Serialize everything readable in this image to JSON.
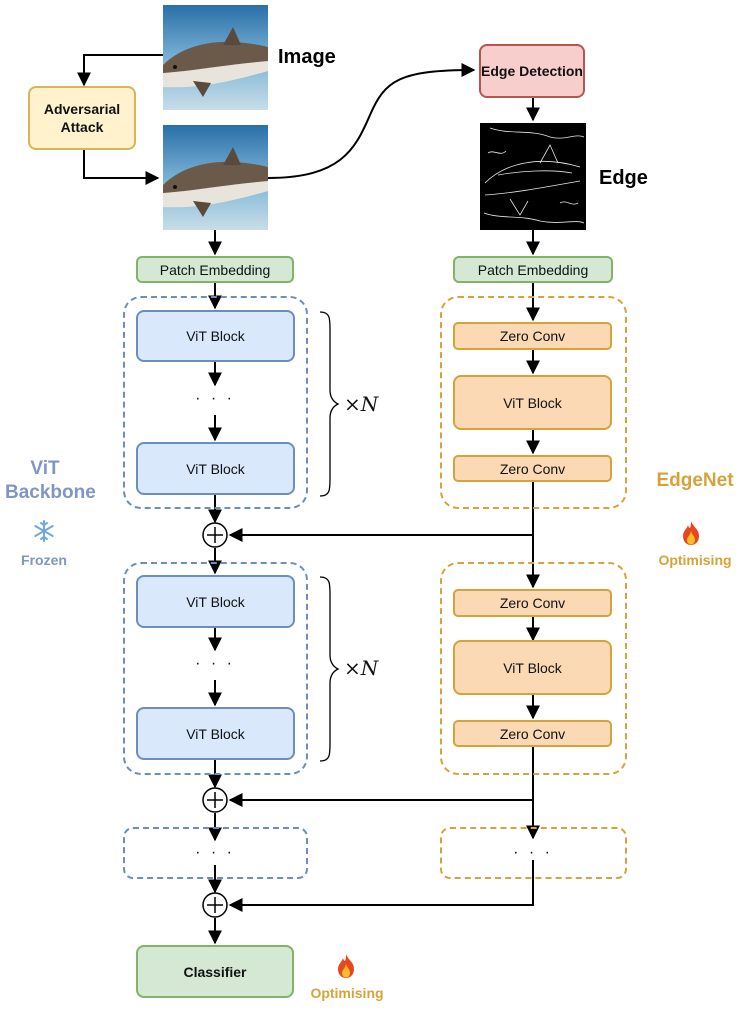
{
  "labels": {
    "image": "Image",
    "edge": "Edge",
    "adversarial_attack": "Adversarial Attack",
    "edge_detection": "Edge Detection",
    "patch_embedding_left": "Patch Embedding",
    "patch_embedding_right": "Patch Embedding",
    "vit_block": "ViT Block",
    "zero_conv": "Zero Conv",
    "classifier": "Classifier",
    "dots": "· · ·",
    "times_n": "×N",
    "vit_backbone": "ViT Backbone",
    "frozen": "Frozen",
    "edgenet": "EdgeNet",
    "optimising": "Optimising"
  },
  "colors": {
    "green_fill": "#d5e8d4",
    "blue_fill": "#dae8fc",
    "orange_fill": "#fad9b4",
    "backbone_text": "#7f96c4",
    "edgenet_text": "#d6a33a"
  },
  "icons": [
    "snowflake-icon",
    "flame-icon"
  ]
}
